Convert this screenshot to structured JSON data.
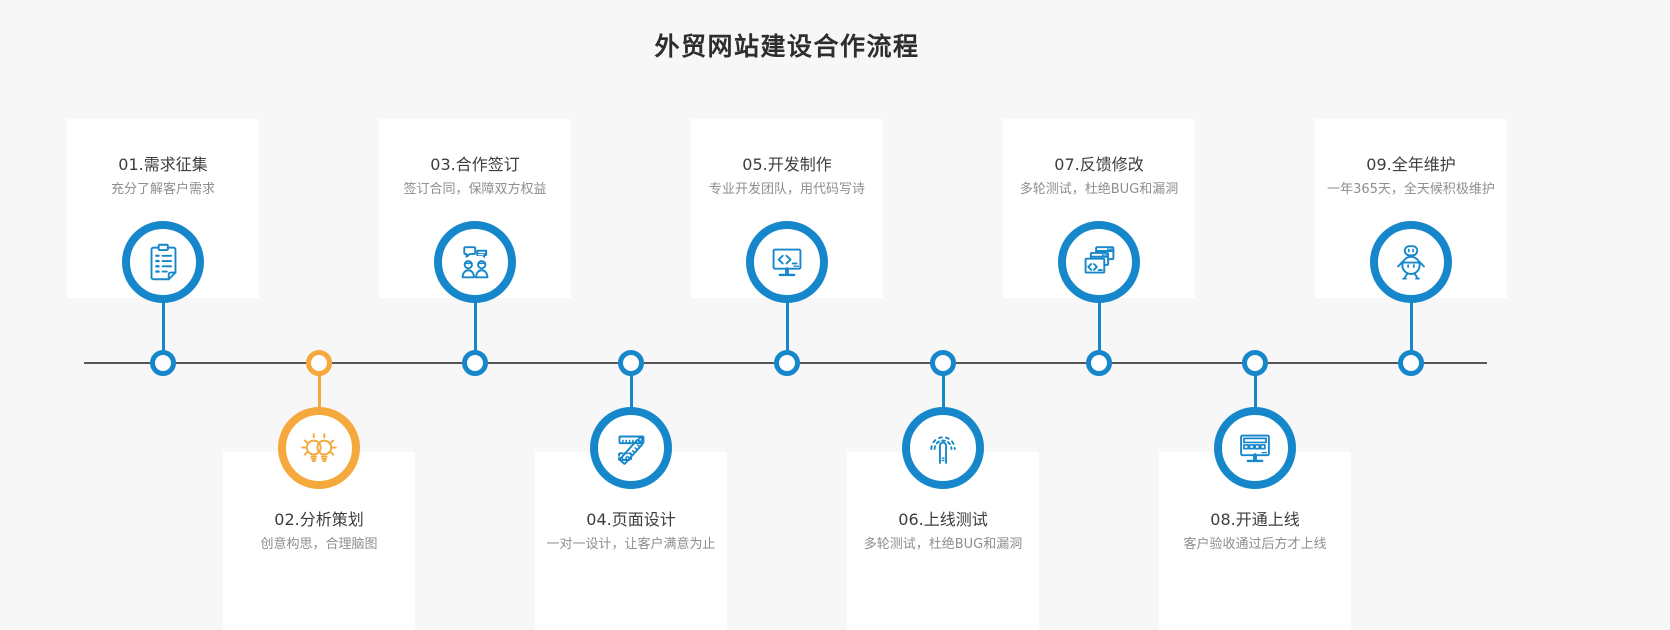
{
  "title": "外贸网站建设合作流程",
  "colors": {
    "accent_blue": "#1787cb",
    "accent_orange": "#f5a83b",
    "timeline_gray": "#58585a",
    "background": "#f7f7f8",
    "card_bg": "#ffffff"
  },
  "steps": [
    {
      "title": "01.需求征集",
      "desc": "充分了解客户需求",
      "icon": "clipboard-checklist-icon",
      "color": "blue",
      "position": "top"
    },
    {
      "title": "02.分析策划",
      "desc": "创意构思，合理脑图",
      "icon": "idea-bulbs-icon",
      "color": "orange",
      "position": "bottom"
    },
    {
      "title": "03.合作签订",
      "desc": "签订合同，保障双方权益",
      "icon": "negotiation-people-icon",
      "color": "blue",
      "position": "top"
    },
    {
      "title": "04.页面设计",
      "desc": "一对一设计，让客户满意为止",
      "icon": "design-rulers-icon",
      "color": "blue",
      "position": "bottom"
    },
    {
      "title": "05.开发制作",
      "desc": "专业开发团队，用代码写诗",
      "icon": "code-monitor-icon",
      "color": "blue",
      "position": "top"
    },
    {
      "title": "06.上线测试",
      "desc": "多轮测试，杜绝BUG和漏洞",
      "icon": "tap-test-icon",
      "color": "blue",
      "position": "bottom"
    },
    {
      "title": "07.反馈修改",
      "desc": "多轮测试，杜绝BUG和漏洞",
      "icon": "feedback-windows-icon",
      "color": "blue",
      "position": "top"
    },
    {
      "title": "08.开通上线",
      "desc": "客户验收通过后方才上线",
      "icon": "launch-monitor-icon",
      "color": "blue",
      "position": "bottom"
    },
    {
      "title": "09.全年维护",
      "desc": "一年365天，全天候积极维护",
      "icon": "maintenance-robot-icon",
      "color": "blue",
      "position": "top"
    }
  ]
}
